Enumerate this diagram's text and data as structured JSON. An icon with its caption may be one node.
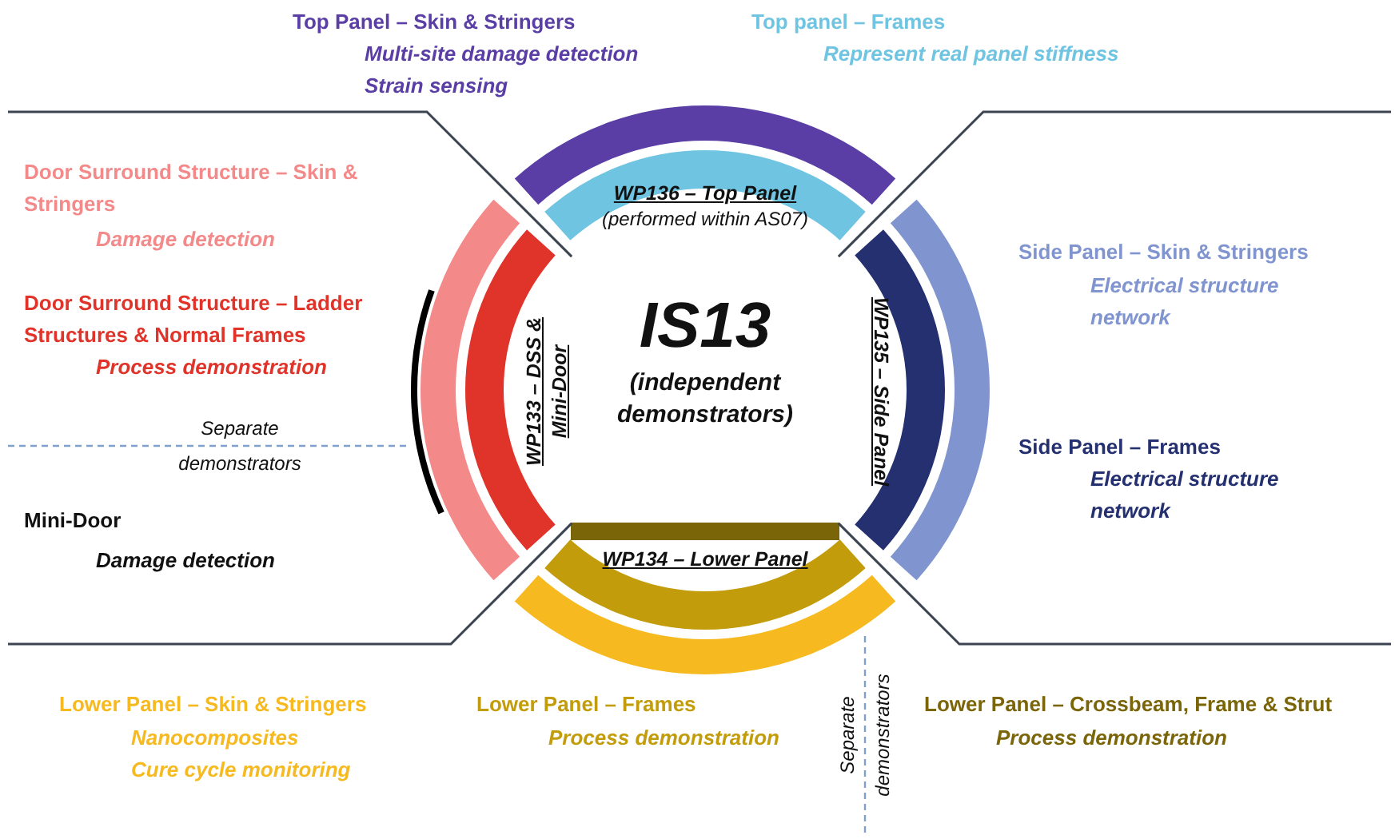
{
  "diagram": {
    "labels": [
      "Top Panel – Skin & Stringers",
      "Multi-site damage detection",
      "Strain sensing",
      "Top panel – Frames",
      "Represent real panel stiffness",
      "Door Surround Structure – Skin & Stringers",
      "Damage detection",
      "Door Surround Structure – Ladder Structures & Normal Frames",
      "Process demonstration",
      "Separate demonstrators",
      "Mini-Door",
      "Damage detection",
      "WP136 – Top Panel",
      "(performed within AS07)",
      "WP133 – DSS & Mini-Door",
      "IS13",
      "(independent demonstrators)",
      "WP135 – Side Panel",
      "WP134 – Lower Panel",
      "Side Panel – Skin & Stringers",
      "Electrical structure network",
      "Side Panel – Frames",
      "Electrical structure network",
      "Lower Panel – Skin & Stringers",
      "Nanocomposites",
      "Cure cycle monitoring",
      "Lower Panel – Frames",
      "Process demonstration",
      "Separate demonstrators",
      "Lower Panel – Crossbeam, Frame & Strut",
      "Process demonstration"
    ]
  }
}
